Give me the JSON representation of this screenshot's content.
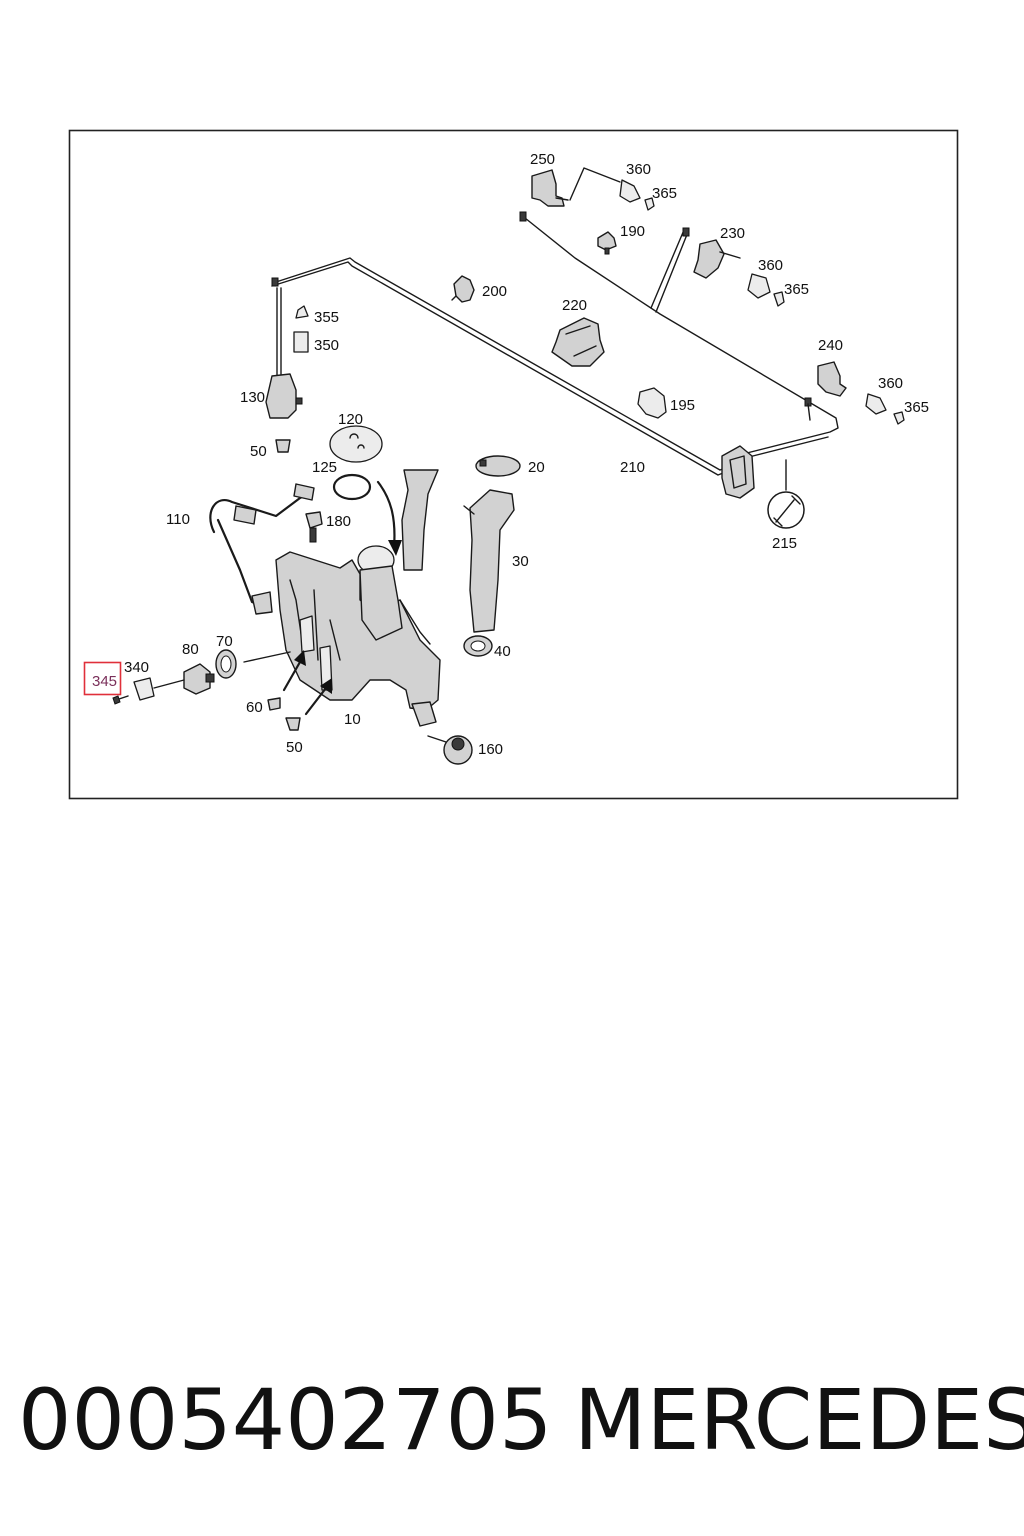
{
  "diagram": {
    "labels": {
      "l10": "10",
      "l20": "20",
      "l30": "30",
      "l40": "40",
      "l50a": "50",
      "l50b": "50",
      "l60": "60",
      "l70": "70",
      "l80": "80",
      "l110": "110",
      "l120": "120",
      "l125": "125",
      "l130": "130",
      "l160": "160",
      "l180": "180",
      "l190": "190",
      "l195": "195",
      "l200": "200",
      "l210": "210",
      "l215": "215",
      "l220": "220",
      "l230": "230",
      "l240": "240",
      "l250": "250",
      "l340": "340",
      "l345": "345",
      "l350": "350",
      "l355": "355",
      "l360a": "360",
      "l360b": "360",
      "l360c": "360",
      "l365a": "365",
      "l365b": "365",
      "l365c": "365"
    },
    "highlighted_part": "345",
    "highlight_color": "#e0303a"
  },
  "footer": {
    "part_number": "0005402705",
    "brand": "MERCEDES"
  }
}
